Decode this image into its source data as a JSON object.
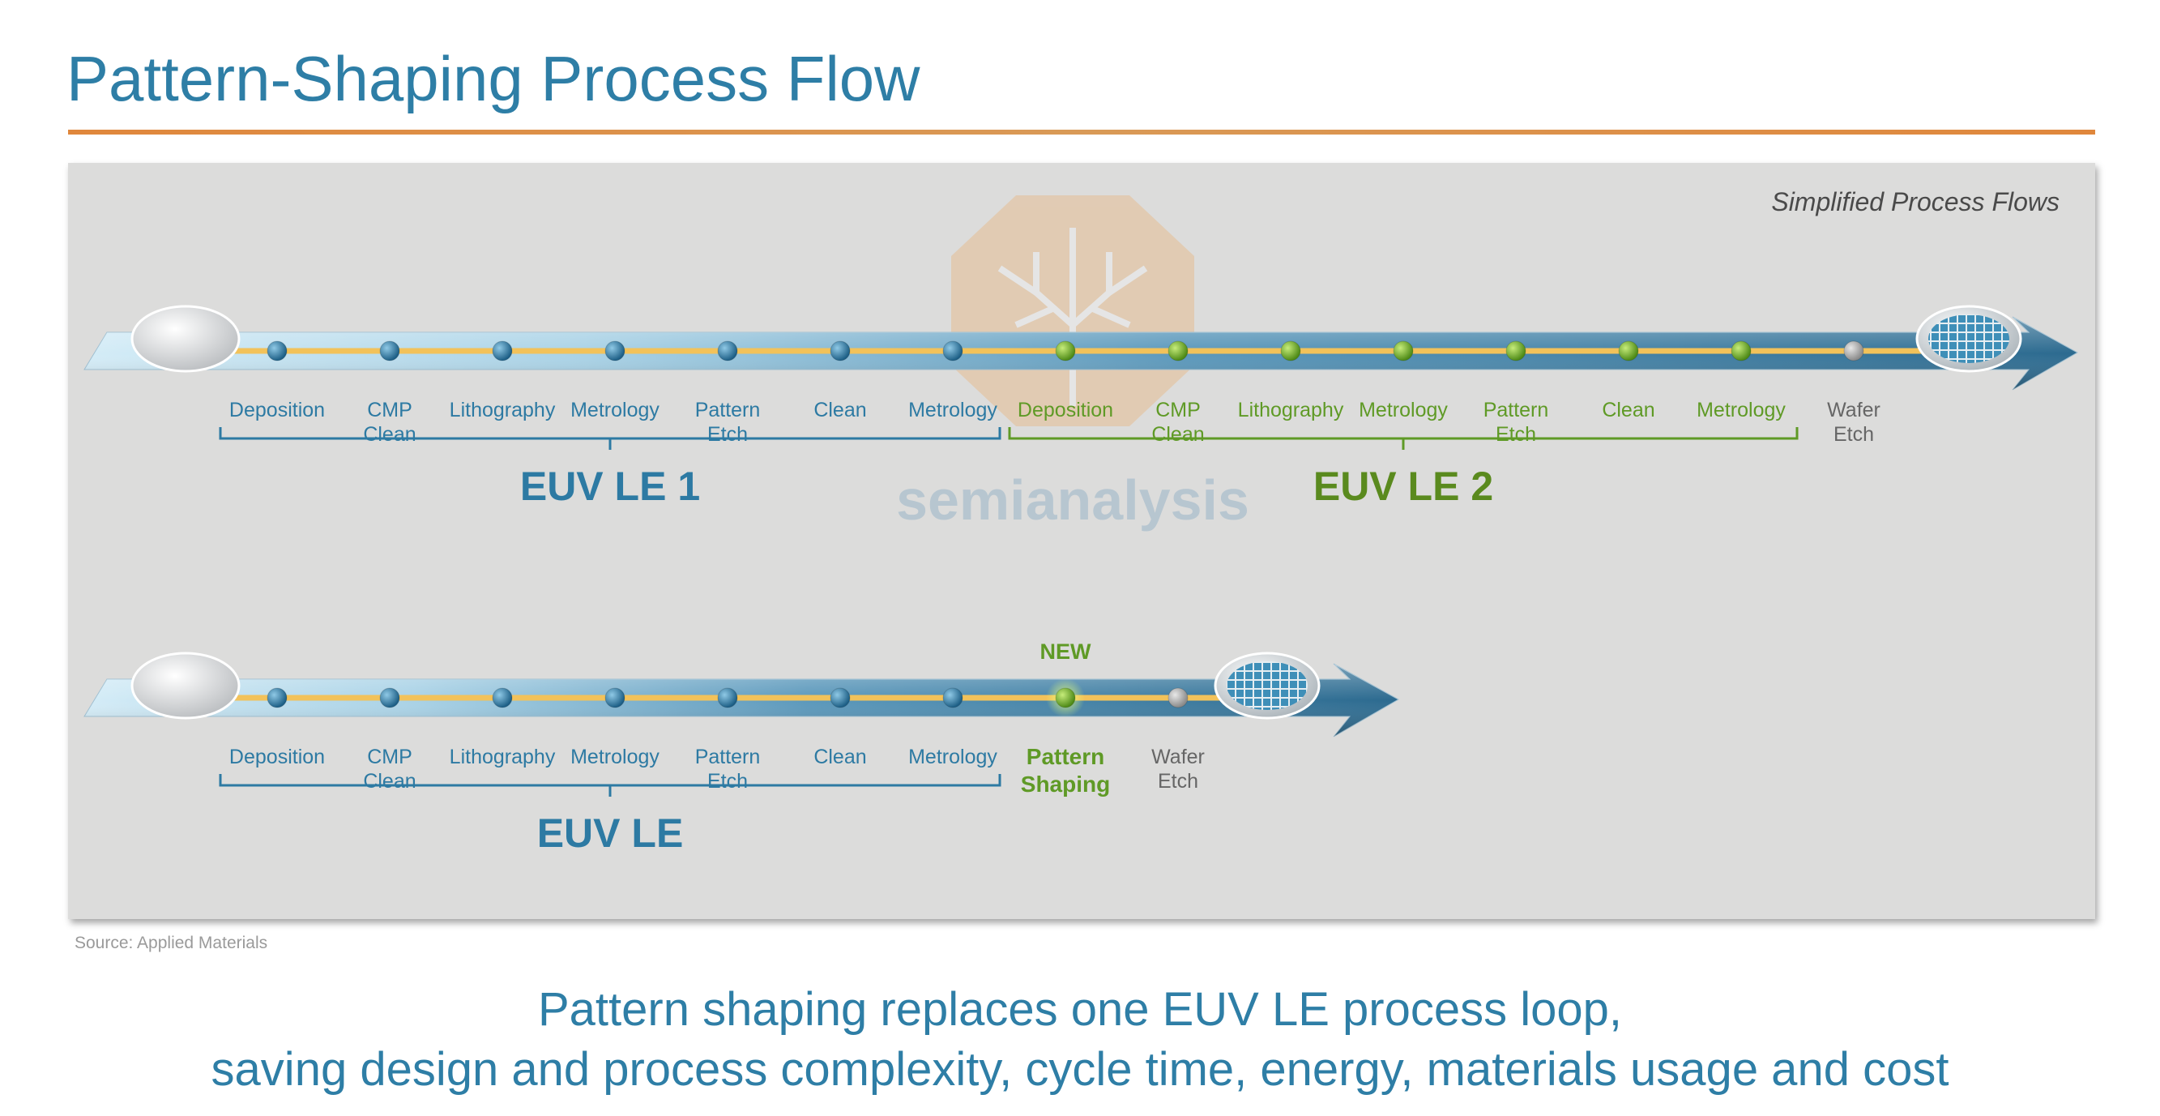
{
  "title": "Pattern-Shaping Process Flow",
  "subtitle": "Simplified Process Flows",
  "flow1": {
    "steps": [
      {
        "label": "Deposition",
        "color": "blue"
      },
      {
        "label": "CMP\nClean",
        "color": "blue"
      },
      {
        "label": "Lithography",
        "color": "blue"
      },
      {
        "label": "Metrology",
        "color": "blue"
      },
      {
        "label": "Pattern\nEtch",
        "color": "blue"
      },
      {
        "label": "Clean",
        "color": "blue"
      },
      {
        "label": "Metrology",
        "color": "blue"
      },
      {
        "label": "Deposition",
        "color": "green"
      },
      {
        "label": "CMP\nClean",
        "color": "green"
      },
      {
        "label": "Lithography",
        "color": "green"
      },
      {
        "label": "Metrology",
        "color": "green"
      },
      {
        "label": "Pattern\nEtch",
        "color": "green"
      },
      {
        "label": "Clean",
        "color": "green"
      },
      {
        "label": "Metrology",
        "color": "green"
      },
      {
        "label": "Wafer\nEtch",
        "color": "gray"
      }
    ],
    "groups": [
      "EUV LE 1",
      "EUV LE 2"
    ]
  },
  "flow2": {
    "steps": [
      {
        "label": "Deposition",
        "color": "blue"
      },
      {
        "label": "CMP\nClean",
        "color": "blue"
      },
      {
        "label": "Lithography",
        "color": "blue"
      },
      {
        "label": "Metrology",
        "color": "blue"
      },
      {
        "label": "Pattern\nEtch",
        "color": "blue"
      },
      {
        "label": "Clean",
        "color": "blue"
      },
      {
        "label": "Metrology",
        "color": "blue"
      },
      {
        "label": "Pattern\nShaping",
        "color": "green"
      },
      {
        "label": "Wafer\nEtch",
        "color": "gray"
      }
    ],
    "new_tag": "NEW",
    "groups": [
      "EUV LE"
    ]
  },
  "watermark": "semianalysis",
  "source": "Source: Applied Materials",
  "bottom_text": {
    "line1": "Pattern shaping replaces one EUV LE process loop,",
    "line2": "saving design and process complexity, cycle time, energy, materials usage and cost"
  },
  "colors": {
    "blue": "#2d7aa3",
    "green": "#5f9a26",
    "gray": "#8a8a8a",
    "accent_rule": "#e0873c"
  }
}
